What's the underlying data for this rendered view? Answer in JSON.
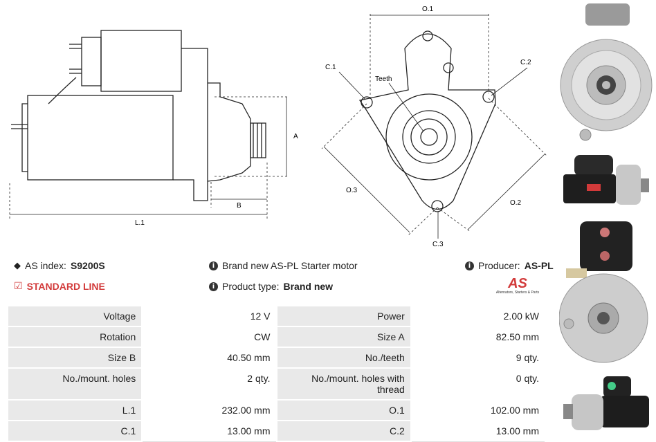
{
  "drawing": {
    "labels": {
      "o1": "O.1",
      "c1": "C.1",
      "c2": "C.2",
      "teeth": "Teeth",
      "a": "A",
      "b": "B",
      "l1": "L.1",
      "o2": "O.2",
      "o3": "O.3",
      "c3": "C.3"
    }
  },
  "info": {
    "as_index_label": "AS index:",
    "as_index_value": "S9200S",
    "standard_line": "STANDARD LINE",
    "brand_text": "Brand new AS-PL Starter motor",
    "product_type_label": "Product type:",
    "product_type_value": "Brand new",
    "producer_label": "Producer:",
    "producer_value": "AS-PL",
    "logo_text": "AS",
    "logo_tagline": "Alternators, Starters & Parts"
  },
  "specs": [
    {
      "k1": "Voltage",
      "v1": "12 V",
      "k2": "Power",
      "v2": "2.00 kW"
    },
    {
      "k1": "Rotation",
      "v1": "CW",
      "k2": "Size A",
      "v2": "82.50 mm"
    },
    {
      "k1": "Size B",
      "v1": "40.50 mm",
      "k2": "No./teeth",
      "v2": "9 qty."
    },
    {
      "k1": "No./mount. holes",
      "v1": "2 qty.",
      "k2": "No./mount. holes with thread",
      "v2": "0 qty."
    },
    {
      "k1": "L.1",
      "v1": "232.00 mm",
      "k2": "O.1",
      "v2": "102.00 mm"
    },
    {
      "k1": "C.1",
      "v1": "13.00 mm",
      "k2": "C.2",
      "v2": "13.00 mm"
    }
  ]
}
